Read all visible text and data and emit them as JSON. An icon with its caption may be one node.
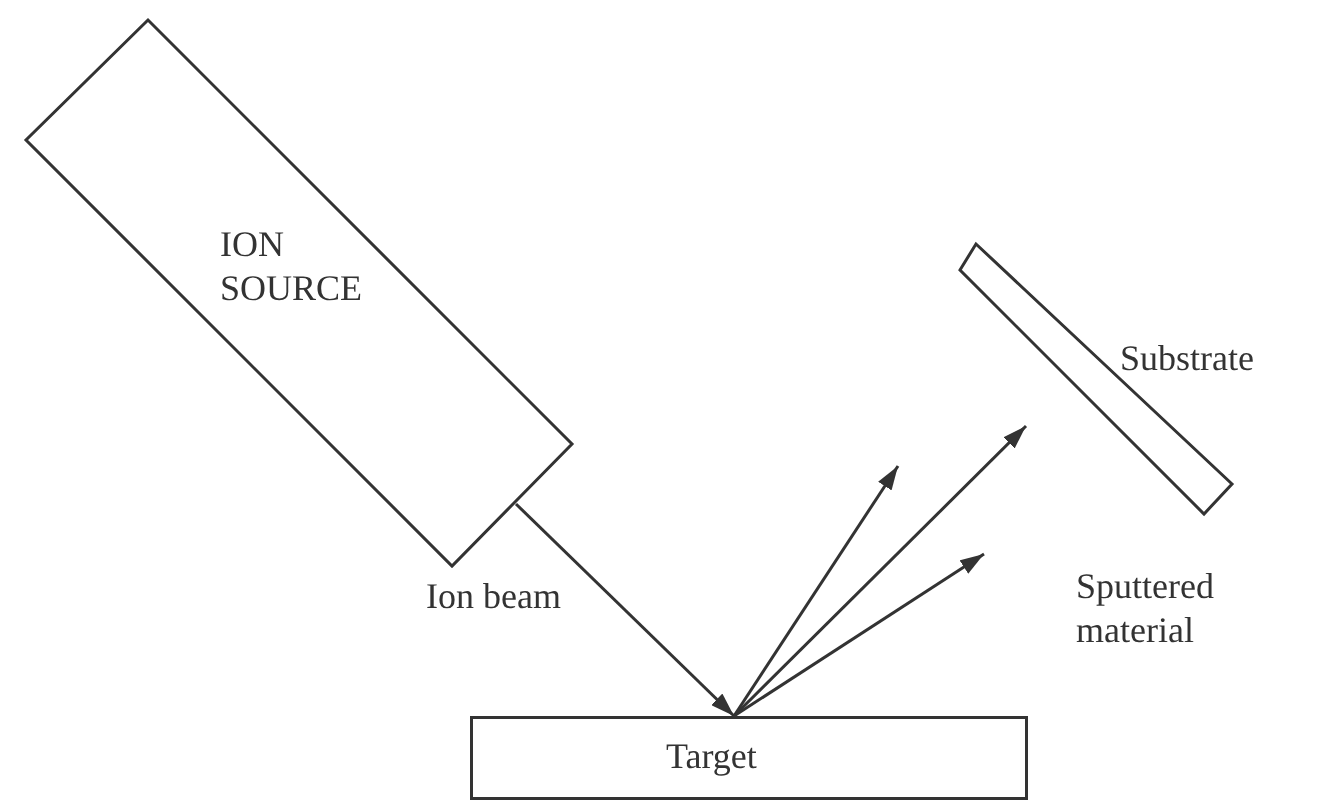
{
  "diagram": {
    "nodes": [
      {
        "text": [
          "ION SOURCE"
        ]
      },
      {
        "text": [
          "Target"
        ]
      },
      {
        "text": [
          "Substrate"
        ]
      }
    ],
    "edges": [
      {
        "from": 0,
        "to": 1,
        "arrow": "to",
        "label": "Ion beam"
      },
      {
        "from": 1,
        "to": null,
        "arrow": "to"
      },
      {
        "from": 1,
        "to": null,
        "arrow": "to"
      },
      {
        "from": 1,
        "to": null,
        "arrow": "to"
      }
    ],
    "labels": [
      "Sputtered material"
    ]
  }
}
